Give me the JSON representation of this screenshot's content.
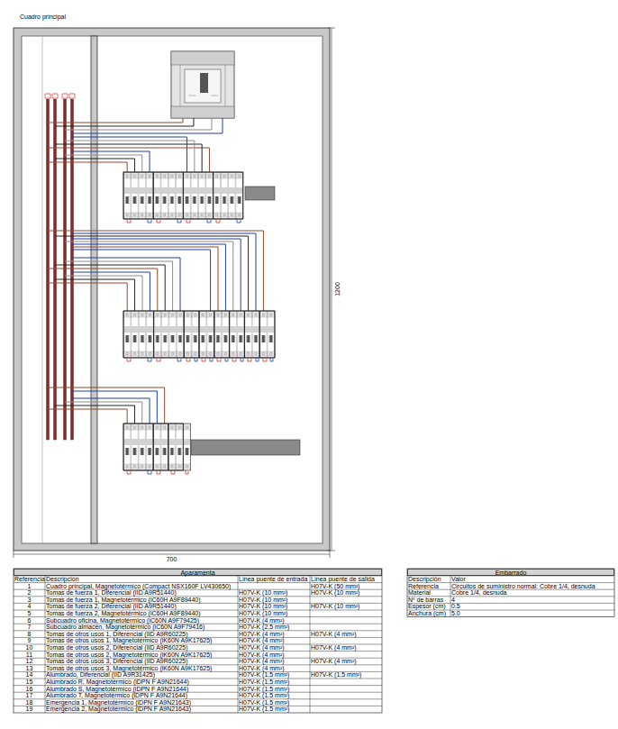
{
  "diagram": {
    "title": "Cuadro principal",
    "nodes": [
      {
        "text": [
          "Aparamenta"
        ]
      },
      {
        "text": [
          "Embarrado"
        ]
      }
    ],
    "labels": [
      "700",
      "1200",
      "Referencia",
      "Descripción",
      "Línea puente de entrada",
      "Línea puente de salida",
      "1",
      "Cuadro principal, Magnetotérmico (Compact NSX160F LV430650)",
      "H07V-K (50 mm²)",
      "2",
      "Tomas de fuerza 1, Diferencial (IID A9R51440)",
      "H07V-K (10 mm²)",
      "H07V-K (10 mm²)",
      "3",
      "Tomas de fuerza 1, Magnetotérmico (iC60H A9F89440)",
      "H07V-K (10 mm²)",
      "4",
      "Tomas de fuerza 2, Diferencial (IID A9R51440)",
      "H07V-K (10 mm²)",
      "H07V-K (10 mm²)",
      "5",
      "Tomas de fuerza 2, Magnetotérmico (iC60H A9F89440)",
      "H07V-K (10 mm²)",
      "6",
      "Subcuadro oficina, Magnetotérmico (iC60N A9F79425)",
      "H07V-K (4 mm²)",
      "7",
      "Subcuadro almacén, Magnetotérmico (iC60N A9F79416)",
      "H07V-K (2.5 mm²)",
      "8",
      "Tomas de otros usos 1, Diferencial (IID A9R60225)",
      "H07V-K (4 mm²)",
      "H07V-K (4 mm²)",
      "9",
      "Tomas de otros usos 1, Magnetotérmico (iK60N A9K17625)",
      "H07V-K (4 mm²)",
      "10",
      "Tomas de otros usos 2, Diferencial (IID A9R60225)",
      "H07V-K (4 mm²)",
      "H07V-K (4 mm²)",
      "11",
      "Tomas de otros usos 2, Magnetotérmico (iK60N A9K17625)",
      "H07V-K (4 mm²)",
      "12",
      "Tomas de otros usos 3, Diferencial (IID A9R60225)",
      "H07V-K (4 mm²)",
      "H07V-K (4 mm²)",
      "13",
      "Tomas de otros usos 3, Magnetotérmico (iK60N A9K17625)",
      "H07V-K (4 mm²)",
      "14",
      "Alumbrado, Diferencial (IID A9R31425)",
      "H07V-K (1.5 mm²)",
      "H07V-K (1.5 mm²)",
      "15",
      "Alumbrado R, Magnetotérmico (iDPN F A9N21644)",
      "H07V-K (1.5 mm²)",
      "16",
      "Alumbrado S, Magnetotérmico (iDPN F A9N21644)",
      "H07V-K (1.5 mm²)",
      "17",
      "Alumbrado T, Magnetotérmico (iDPN F A9N21644)",
      "H07V-K (1.5 mm²)",
      "18",
      "Emergencia 1, Magnetotérmico (iDPN F A9N21643)",
      "H07V-K (1.5 mm²)",
      "19",
      "Emergencia 2, Magnetotérmico (iDPN F A9N21643)",
      "H07V-K (1.5 mm²)",
      "Descripción",
      "Valor",
      "Referencia",
      "Circuitos de suministro normal: Cobre 1/4, desnuda",
      "Material",
      "Cobre 1/4, desnuda",
      "Nº de barras",
      "4",
      "Espesor (cm)",
      "0.5",
      "Anchura (cm)",
      "5.0"
    ]
  }
}
